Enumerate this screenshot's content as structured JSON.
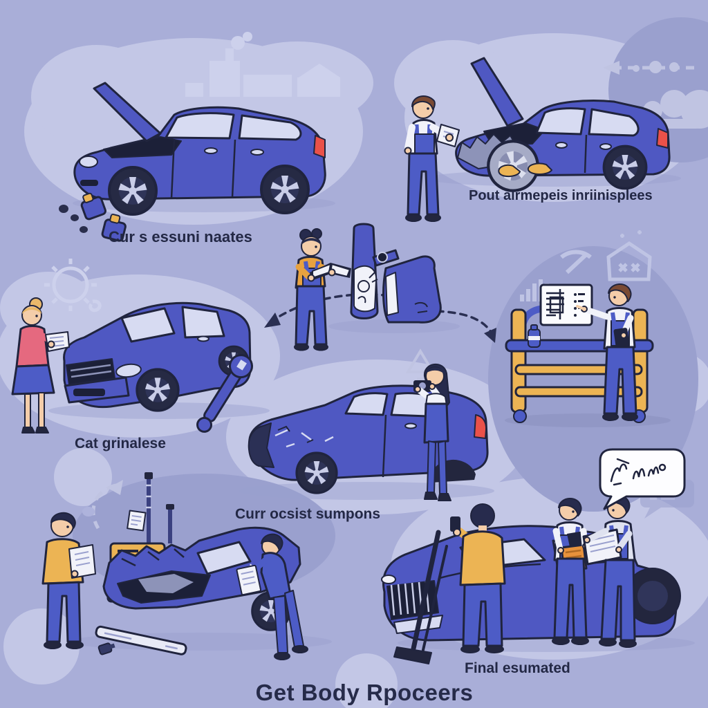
{
  "title": "Get Body Rpoceers",
  "captions": {
    "hood_inspection": "Cur s essuni naates",
    "initial_damage": "Pout alrmepeis inriinisplees",
    "intake": "Cat grinalese",
    "damage_photos": "Curr ocsist sumpons",
    "final_estimate": "Final esumated"
  },
  "palette": {
    "background": "#a9aed8",
    "blob_light": "#c3c7e6",
    "blob_dark": "#9aa0ce",
    "car_blue": "#4f58c2",
    "window_light": "#d7dbf2",
    "overalls_blue": "#4d5cc6",
    "accent_yellow": "#ecb454",
    "accent_orange": "#e8923c",
    "pink_top": "#e5697f",
    "taillight_red": "#ea5149",
    "outline_ink": "#20243e",
    "text_ink": "#232845"
  }
}
